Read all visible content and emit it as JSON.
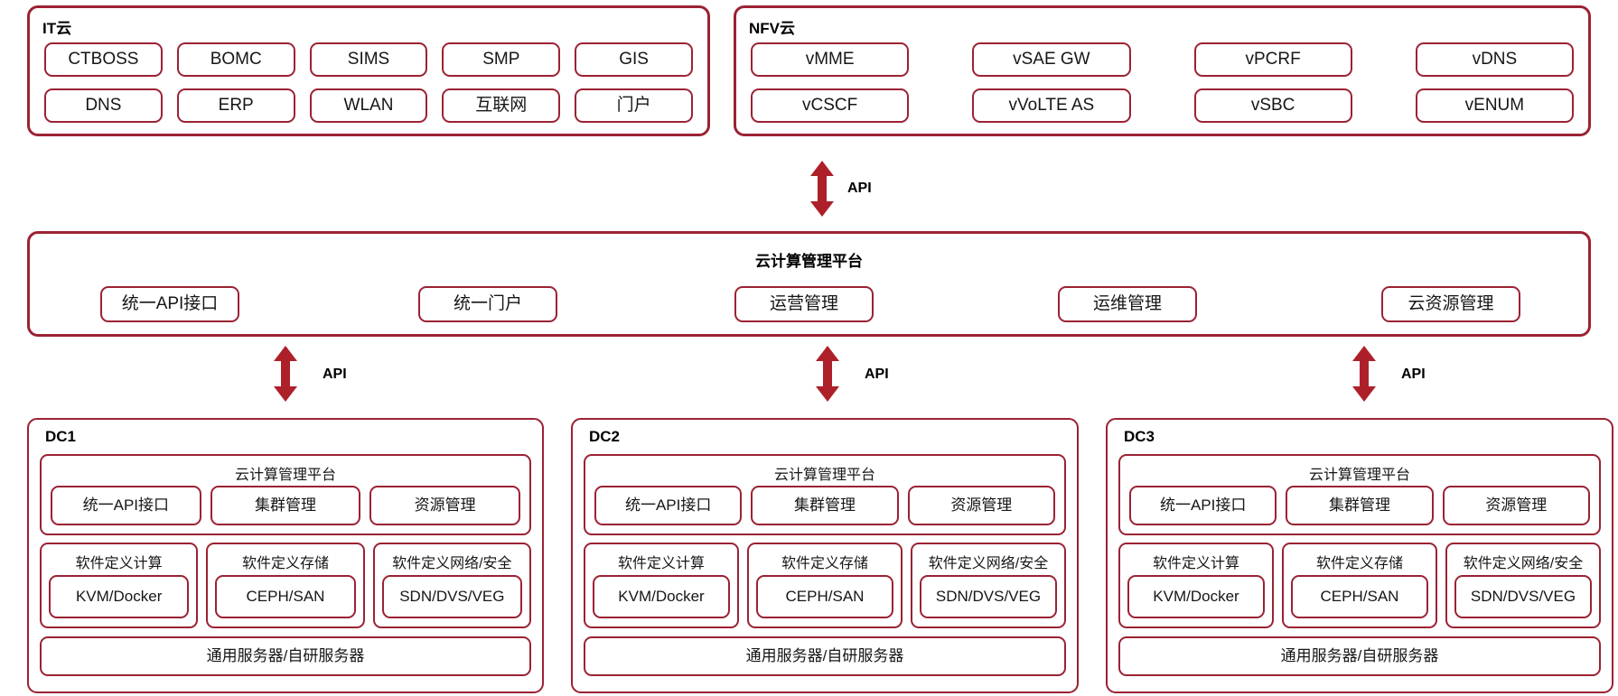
{
  "diagram": {
    "accent_color": "#9B2233",
    "arrow_color": "#AE2029",
    "background": "#FFFFFF"
  },
  "top_clouds": [
    {
      "id": "it-cloud",
      "title": "IT云",
      "rows": [
        [
          "CTBOSS",
          "BOMC",
          "SIMS",
          "SMP",
          "GIS"
        ],
        [
          "DNS",
          "ERP",
          "WLAN",
          "互联网",
          "门户"
        ]
      ]
    },
    {
      "id": "nfv-cloud",
      "title": "NFV云",
      "rows": [
        [
          "vMME",
          "vSAE GW",
          "vPCRF",
          "vDNS"
        ],
        [
          "vCSCF",
          "vVoLTE AS",
          "vSBC",
          "vENUM"
        ]
      ]
    }
  ],
  "connectors": {
    "top": {
      "label": "API"
    },
    "bottom": [
      {
        "label": "API"
      },
      {
        "label": "API"
      },
      {
        "label": "API"
      }
    ]
  },
  "platform": {
    "title": "云计算管理平台",
    "modules": [
      "统一API接口",
      "统一门户",
      "运营管理",
      "运维管理",
      "云资源管理"
    ]
  },
  "datacenters": [
    {
      "id": "dc1",
      "title": "DC1",
      "platform": {
        "title": "云计算管理平台",
        "modules": [
          "统一API接口",
          "集群管理",
          "资源管理"
        ]
      },
      "software_defined": [
        {
          "title": "软件定义计算",
          "tech": "KVM/Docker"
        },
        {
          "title": "软件定义存储",
          "tech": "CEPH/SAN"
        },
        {
          "title": "软件定义网络/安全",
          "tech": "SDN/DVS/VEG"
        }
      ],
      "server": "通用服务器/自研服务器"
    },
    {
      "id": "dc2",
      "title": "DC2",
      "platform": {
        "title": "云计算管理平台",
        "modules": [
          "统一API接口",
          "集群管理",
          "资源管理"
        ]
      },
      "software_defined": [
        {
          "title": "软件定义计算",
          "tech": "KVM/Docker"
        },
        {
          "title": "软件定义存储",
          "tech": "CEPH/SAN"
        },
        {
          "title": "软件定义网络/安全",
          "tech": "SDN/DVS/VEG"
        }
      ],
      "server": "通用服务器/自研服务器"
    },
    {
      "id": "dc3",
      "title": "DC3",
      "platform": {
        "title": "云计算管理平台",
        "modules": [
          "统一API接口",
          "集群管理",
          "资源管理"
        ]
      },
      "software_defined": [
        {
          "title": "软件定义计算",
          "tech": "KVM/Docker"
        },
        {
          "title": "软件定义存储",
          "tech": "CEPH/SAN"
        },
        {
          "title": "软件定义网络/安全",
          "tech": "SDN/DVS/VEG"
        }
      ],
      "server": "通用服务器/自研服务器"
    }
  ]
}
